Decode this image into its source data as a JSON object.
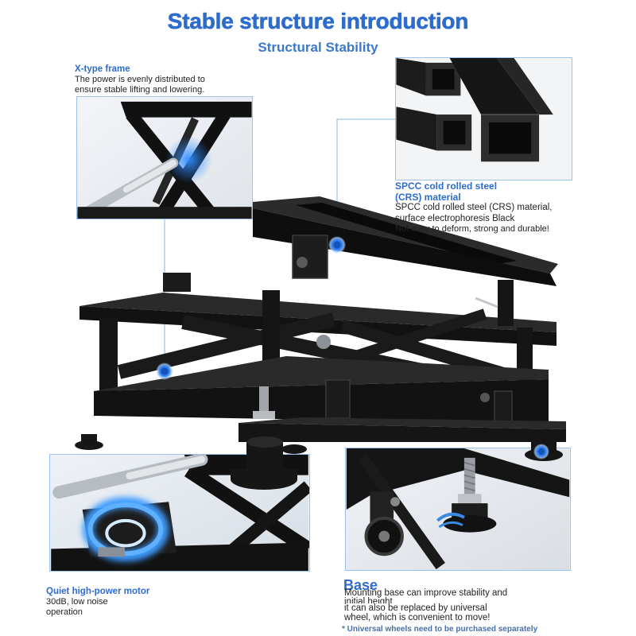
{
  "title": "Stable structure introduction",
  "subtitle": "Structural Stability",
  "callouts": {
    "x_frame": {
      "heading": "X-type frame",
      "body": [
        "The power is evenly distributed to",
        "ensure stable lifting and lowering."
      ]
    },
    "material": {
      "heading": [
        "SPCC cold rolled steel",
        "(CRS) material"
      ],
      "body": [
        "SPCC cold rolled steel (CRS) material,",
        "surface electrophoresis Black",
        "Not easy to deform, strong and durable!"
      ]
    },
    "motor": {
      "heading": "Quiet high-power motor",
      "body": [
        "30dB, low noise",
        "operation"
      ]
    },
    "base": {
      "heading": "Base",
      "body": [
        "Mounting base can improve stability and",
        "initial height",
        "it can also be replaced by universal",
        "wheel, which is convenient to move!"
      ]
    }
  },
  "footnote": "* Universal wheels need to be purchased separately",
  "colors": {
    "accent": "#2e6ccc",
    "text": "#222222",
    "connector": "#8ab6ea",
    "product": "#141414"
  },
  "icons": {
    "marker": "callout-dot-icon"
  }
}
